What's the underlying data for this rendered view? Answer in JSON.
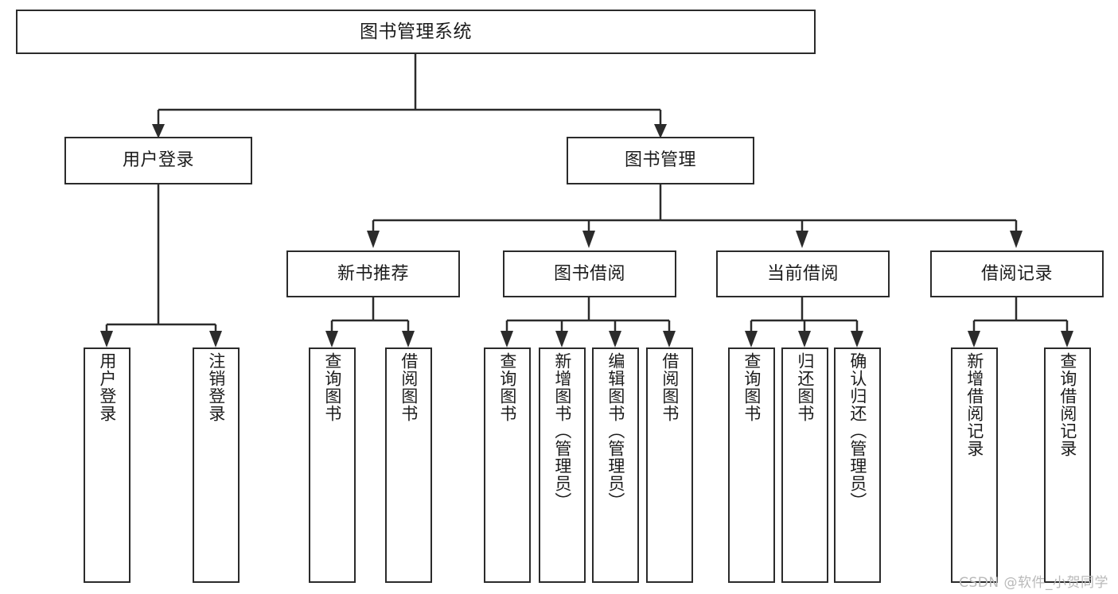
{
  "diagram": {
    "title": "图书管理系统",
    "type": "tree-hierarchy",
    "watermark": "CSDN @软件_小贺同学",
    "colors": {
      "background": "#ffffff",
      "stroke": "#2b2b2b",
      "text": "#1c1c1c",
      "watermark": "#b9b9b9"
    },
    "nodes": {
      "root": {
        "label": "图书管理系统"
      },
      "level2": [
        {
          "id": "user-login",
          "label": "用户登录"
        },
        {
          "id": "book-manage",
          "label": "图书管理"
        }
      ],
      "level3": [
        {
          "id": "new-book-rec",
          "label": "新书推荐"
        },
        {
          "id": "book-borrow",
          "label": "图书借阅"
        },
        {
          "id": "current-borrow",
          "label": "当前借阅"
        },
        {
          "id": "borrow-record",
          "label": "借阅记录"
        }
      ],
      "leaves": {
        "user-login": [
          {
            "id": "leaf-user-login",
            "label": "用户登录"
          },
          {
            "id": "leaf-logout",
            "label": "注销登录"
          }
        ],
        "new-book-rec": [
          {
            "id": "leaf-query-book-1",
            "label": "查询图书"
          },
          {
            "id": "leaf-borrow-book-1",
            "label": "借阅图书"
          }
        ],
        "book-borrow": [
          {
            "id": "leaf-query-book-2",
            "label": "查询图书"
          },
          {
            "id": "leaf-add-book",
            "label": "新增图书（管理员）"
          },
          {
            "id": "leaf-edit-book",
            "label": "编辑图书（管理员）"
          },
          {
            "id": "leaf-borrow-book-2",
            "label": "借阅图书"
          }
        ],
        "current-borrow": [
          {
            "id": "leaf-query-book-3",
            "label": "查询图书"
          },
          {
            "id": "leaf-return-book",
            "label": "归还图书"
          },
          {
            "id": "leaf-confirm-return",
            "label": "确认归还（管理员）"
          }
        ],
        "borrow-record": [
          {
            "id": "leaf-add-record",
            "label": "新增借阅记录"
          },
          {
            "id": "leaf-query-record",
            "label": "查询借阅记录"
          }
        ]
      }
    }
  }
}
